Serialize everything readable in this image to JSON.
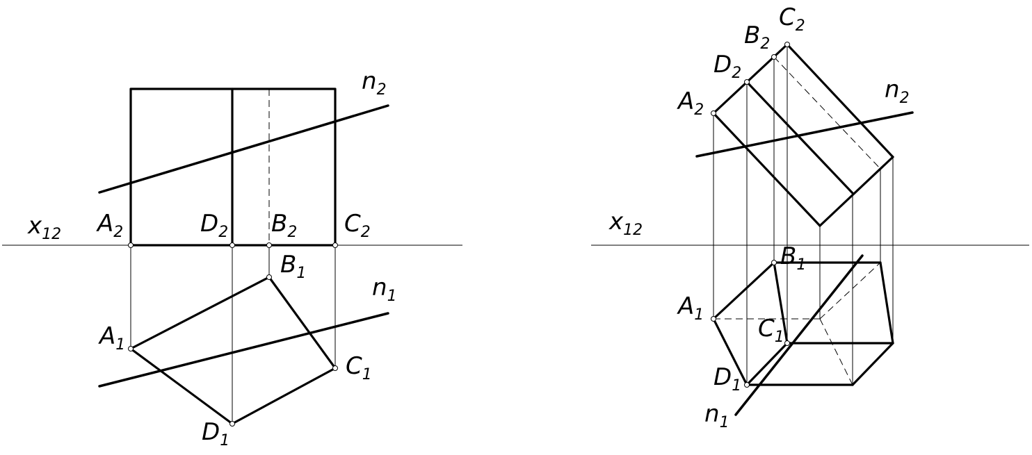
{
  "labels": {
    "left": {
      "x12": {
        "main": "x",
        "sub": "12"
      },
      "A2": {
        "main": "A",
        "sub": "2"
      },
      "D2": {
        "main": "D",
        "sub": "2"
      },
      "B2": {
        "main": "B",
        "sub": "2"
      },
      "C2": {
        "main": "C",
        "sub": "2"
      },
      "n2": {
        "main": "n",
        "sub": "2"
      },
      "B1": {
        "main": "B",
        "sub": "1"
      },
      "n1": {
        "main": "n",
        "sub": "1"
      },
      "A1": {
        "main": "A",
        "sub": "1"
      },
      "C1": {
        "main": "C",
        "sub": "1"
      },
      "D1": {
        "main": "D",
        "sub": "1"
      }
    },
    "right": {
      "C2": {
        "main": "C",
        "sub": "2"
      },
      "B2": {
        "main": "B",
        "sub": "2"
      },
      "D2": {
        "main": "D",
        "sub": "2"
      },
      "A2": {
        "main": "A",
        "sub": "2"
      },
      "n2": {
        "main": "n",
        "sub": "2"
      },
      "x12": {
        "main": "x",
        "sub": "12"
      },
      "B1": {
        "main": "B",
        "sub": "1"
      },
      "A1": {
        "main": "A",
        "sub": "1"
      },
      "C1": {
        "main": "C",
        "sub": "1"
      },
      "D1": {
        "main": "D",
        "sub": "1"
      },
      "n1": {
        "main": "n",
        "sub": "1"
      }
    }
  }
}
